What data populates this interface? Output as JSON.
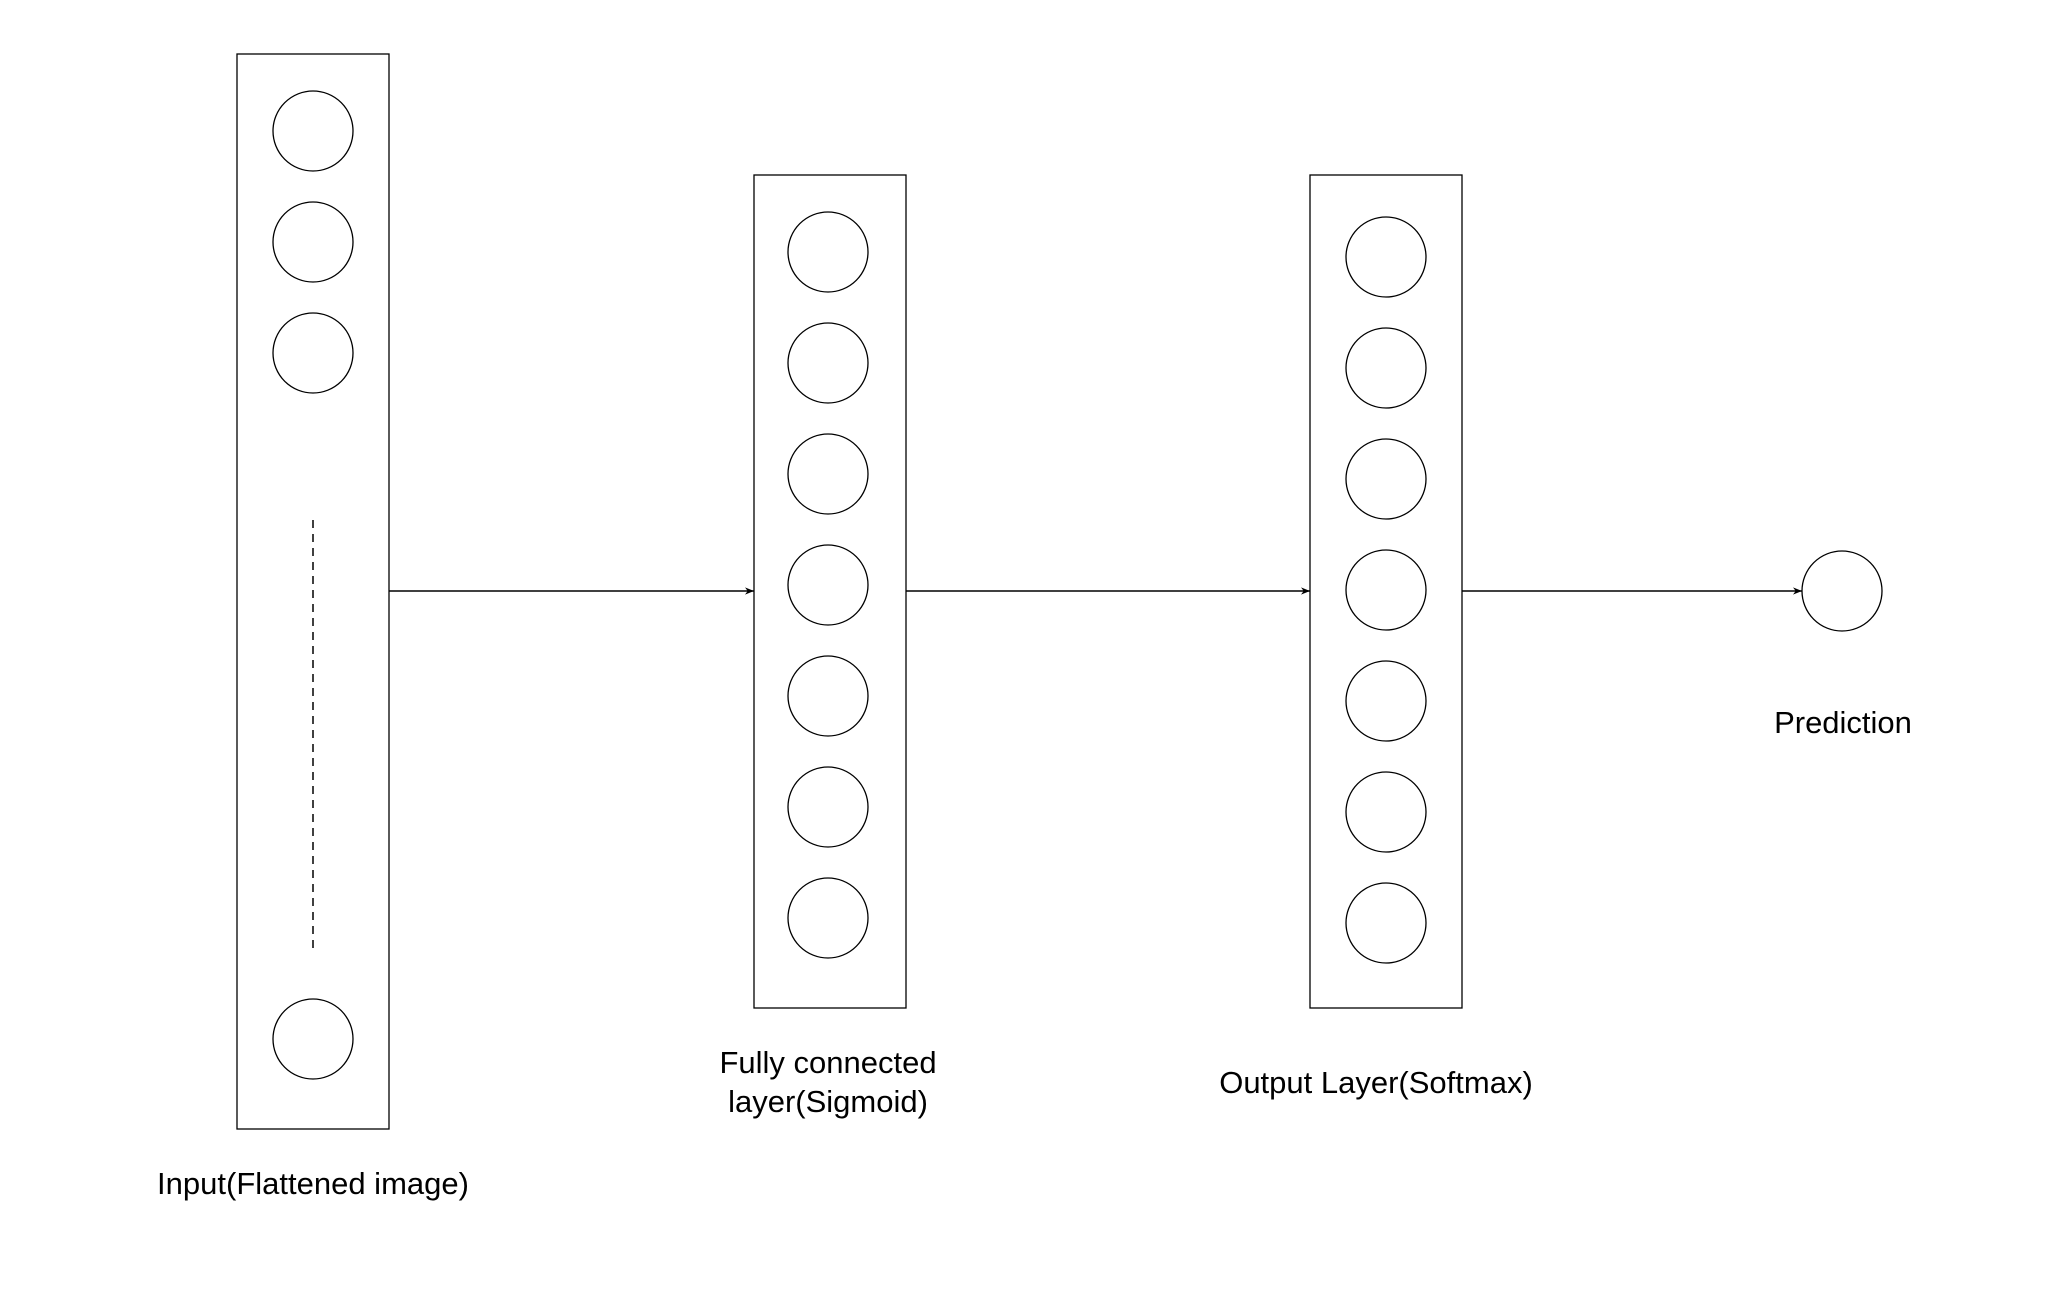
{
  "diagram": {
    "type": "neural-network-architecture",
    "colors": {
      "stroke": "#000000",
      "background": "#ffffff"
    },
    "layers": {
      "input": {
        "label": "Input(Flattened image)",
        "neurons_shown": 4,
        "ellipsis": "dashed-line"
      },
      "hidden": {
        "label_line1": "Fully connected",
        "label_line2": "layer(Sigmoid)",
        "neurons_shown": 7
      },
      "output": {
        "label": "Output Layer(Softmax)",
        "neurons_shown": 7
      },
      "prediction": {
        "label": "Prediction",
        "neurons_shown": 1
      }
    },
    "connections": [
      {
        "from": "input",
        "to": "hidden"
      },
      {
        "from": "hidden",
        "to": "output"
      },
      {
        "from": "output",
        "to": "prediction"
      }
    ]
  }
}
